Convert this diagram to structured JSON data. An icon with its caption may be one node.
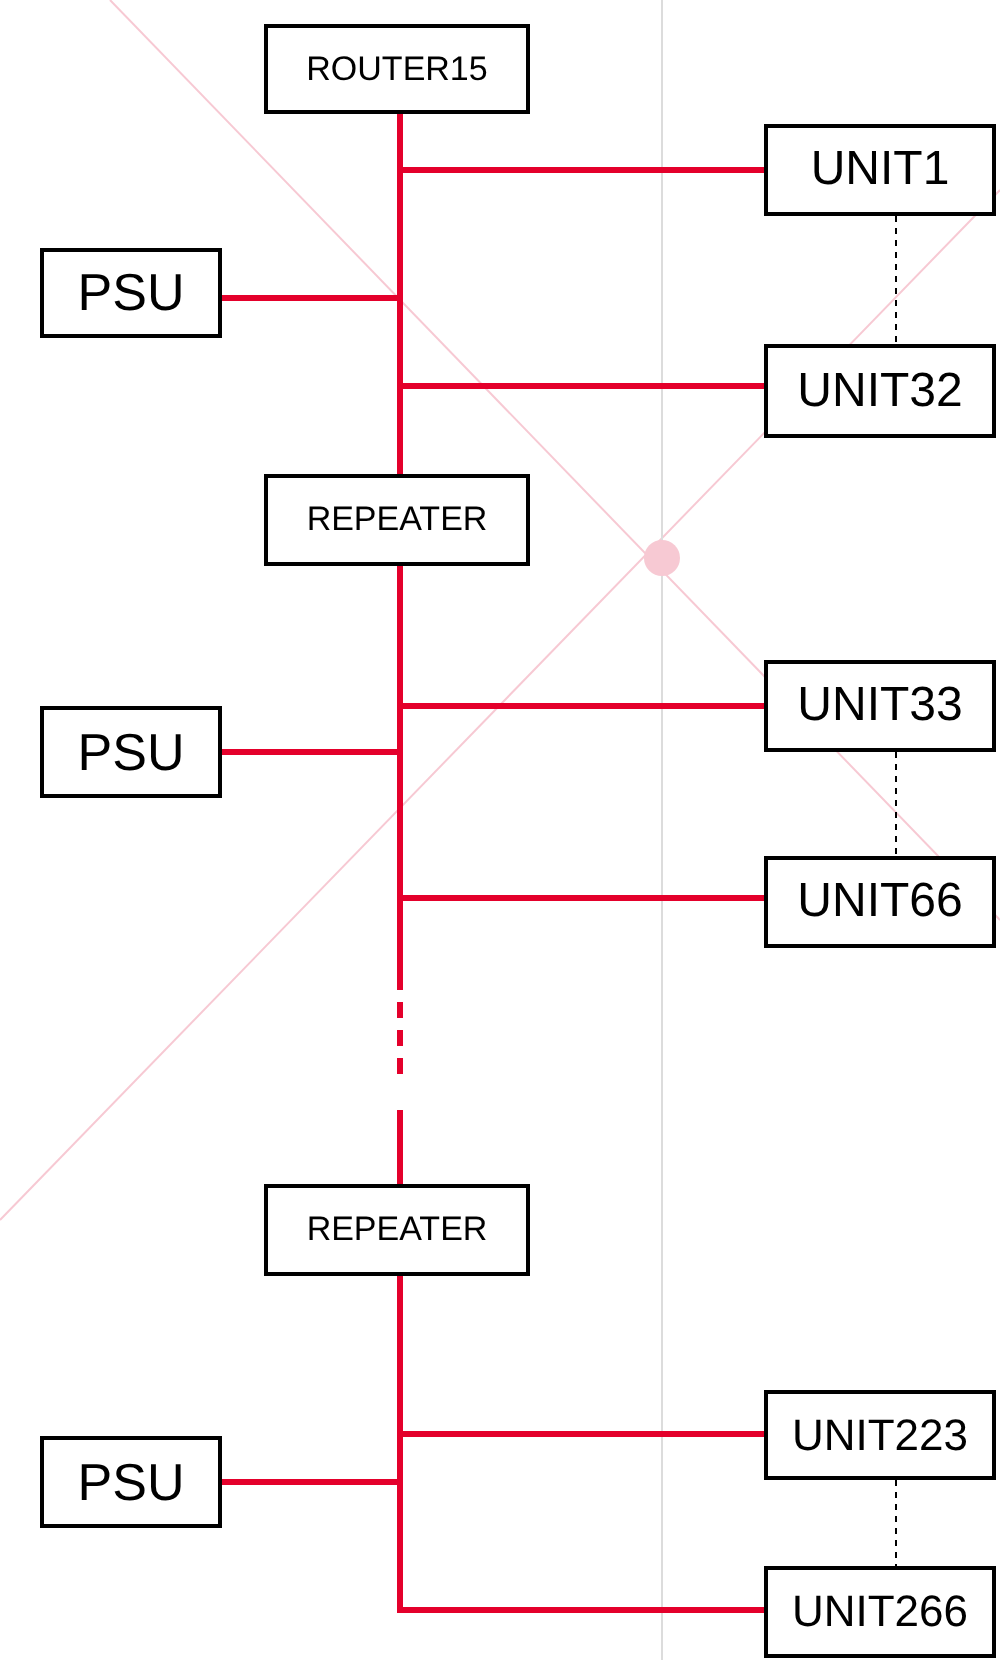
{
  "diagram": {
    "nodes": [
      {
        "text": [
          "ROUTER15"
        ]
      },
      {
        "text": [
          "UNIT1"
        ]
      },
      {
        "text": [
          "PSU"
        ]
      },
      {
        "text": [
          "UNIT32"
        ]
      },
      {
        "text": [
          "REPEATER"
        ]
      },
      {
        "text": [
          "UNIT33"
        ]
      },
      {
        "text": [
          "PSU"
        ]
      },
      {
        "text": [
          "UNIT66"
        ]
      },
      {
        "text": [
          "REPEATER"
        ]
      },
      {
        "text": [
          "UNIT223"
        ]
      },
      {
        "text": [
          "PSU"
        ]
      },
      {
        "text": [
          "UNIT266"
        ]
      }
    ],
    "edges": [
      {
        "from": 0,
        "to": 4,
        "arrow": "none"
      },
      {
        "from": 0,
        "to": 1,
        "arrow": "none"
      },
      {
        "from": 0,
        "to": 3,
        "arrow": "none"
      },
      {
        "from": 2,
        "to": 0,
        "arrow": "none"
      },
      {
        "from": 1,
        "to": 3,
        "arrow": "none",
        "style": "dashed",
        "color": "#000000"
      },
      {
        "from": 4,
        "to": 8,
        "arrow": "none",
        "style": "dashed"
      },
      {
        "from": 4,
        "to": 5,
        "arrow": "none"
      },
      {
        "from": 4,
        "to": 7,
        "arrow": "none"
      },
      {
        "from": 6,
        "to": 4,
        "arrow": "none"
      },
      {
        "from": 5,
        "to": 7,
        "arrow": "none",
        "style": "dashed",
        "color": "#000000"
      },
      {
        "from": 8,
        "to": 9,
        "arrow": "none"
      },
      {
        "from": 8,
        "to": 11,
        "arrow": "none"
      },
      {
        "from": 10,
        "to": 8,
        "arrow": "none"
      },
      {
        "from": 9,
        "to": 11,
        "arrow": "none",
        "style": "dashed",
        "color": "#000000"
      }
    ]
  }
}
